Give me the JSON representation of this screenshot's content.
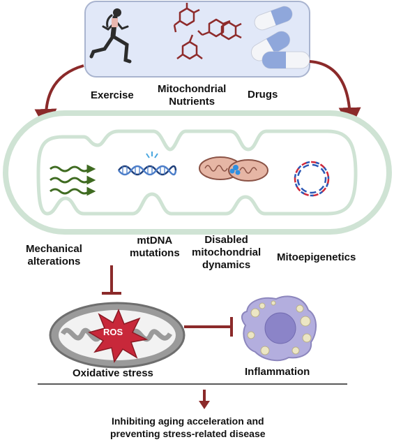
{
  "interventions": {
    "exercise": "Exercise",
    "nutrients": "Mitochondrial\nNutrients",
    "drugs": "Drugs"
  },
  "causes": {
    "mechanical": "Mechanical\nalterations",
    "mtdna": "mtDNA\nmutations",
    "dynamics": "Disabled\nmitochondrial\ndynamics",
    "mitoepigenetics": "Mitoepigenetics"
  },
  "effects": {
    "ros": "ROS",
    "oxidative": "Oxidative stress",
    "inflammation": "Inflammation"
  },
  "outcome": "Inhibiting aging acceleration and\npreventing stress-related disease",
  "colors": {
    "arrow": "#8b2a2a",
    "membrane": "#cfe3d4",
    "box_fill": "#e1e8f8",
    "box_stroke": "#a9b4cf",
    "ros_star": "#c8283a",
    "mito_grey": "#9a9a9a",
    "cell": "#b3aede"
  }
}
